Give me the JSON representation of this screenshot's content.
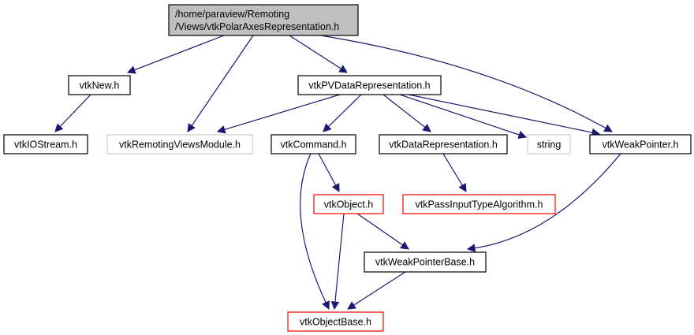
{
  "colors": {
    "edge": "#191970",
    "root_fill": "#bfbfbf",
    "node_border": "#000000",
    "external_border": "#bfbfbf",
    "incomplete_border": "#ff0000"
  },
  "nodes": [
    {
      "id": "root",
      "lines": [
        "/home/paraview/Remoting",
        "/Views/vtkPolarAxesRepresentation.h"
      ],
      "style": "root"
    },
    {
      "id": "vtkNew",
      "lines": [
        "vtkNew.h"
      ],
      "style": "normal"
    },
    {
      "id": "vtkPVDataRepresentation",
      "lines": [
        "vtkPVDataRepresentation.h"
      ],
      "style": "normal"
    },
    {
      "id": "vtkIOStream",
      "lines": [
        "vtkIOStream.h"
      ],
      "style": "normal"
    },
    {
      "id": "vtkRemotingViewsModule",
      "lines": [
        "vtkRemotingViewsModule.h"
      ],
      "style": "external"
    },
    {
      "id": "vtkCommand",
      "lines": [
        "vtkCommand.h"
      ],
      "style": "normal"
    },
    {
      "id": "vtkDataRepresentation",
      "lines": [
        "vtkDataRepresentation.h"
      ],
      "style": "normal"
    },
    {
      "id": "string",
      "lines": [
        "string"
      ],
      "style": "external"
    },
    {
      "id": "vtkWeakPointer",
      "lines": [
        "vtkWeakPointer.h"
      ],
      "style": "normal"
    },
    {
      "id": "vtkObject",
      "lines": [
        "vtkObject.h"
      ],
      "style": "incomplete"
    },
    {
      "id": "vtkPassInputTypeAlgorithm",
      "lines": [
        "vtkPassInputTypeAlgorithm.h"
      ],
      "style": "incomplete"
    },
    {
      "id": "vtkWeakPointerBase",
      "lines": [
        "vtkWeakPointerBase.h"
      ],
      "style": "normal"
    },
    {
      "id": "vtkObjectBase",
      "lines": [
        "vtkObjectBase.h"
      ],
      "style": "incomplete"
    }
  ],
  "edges": [
    [
      "root",
      "vtkNew"
    ],
    [
      "root",
      "vtkRemotingViewsModule"
    ],
    [
      "root",
      "vtkPVDataRepresentation"
    ],
    [
      "root",
      "vtkWeakPointer"
    ],
    [
      "vtkNew",
      "vtkIOStream"
    ],
    [
      "vtkPVDataRepresentation",
      "vtkRemotingViewsModule"
    ],
    [
      "vtkPVDataRepresentation",
      "vtkCommand"
    ],
    [
      "vtkPVDataRepresentation",
      "vtkDataRepresentation"
    ],
    [
      "vtkPVDataRepresentation",
      "string"
    ],
    [
      "vtkPVDataRepresentation",
      "vtkWeakPointer"
    ],
    [
      "vtkCommand",
      "vtkObject"
    ],
    [
      "vtkCommand",
      "vtkObjectBase"
    ],
    [
      "vtkDataRepresentation",
      "vtkPassInputTypeAlgorithm"
    ],
    [
      "vtkWeakPointer",
      "vtkWeakPointerBase"
    ],
    [
      "vtkObject",
      "vtkWeakPointerBase"
    ],
    [
      "vtkObject",
      "vtkObjectBase"
    ],
    [
      "vtkWeakPointerBase",
      "vtkObjectBase"
    ]
  ]
}
